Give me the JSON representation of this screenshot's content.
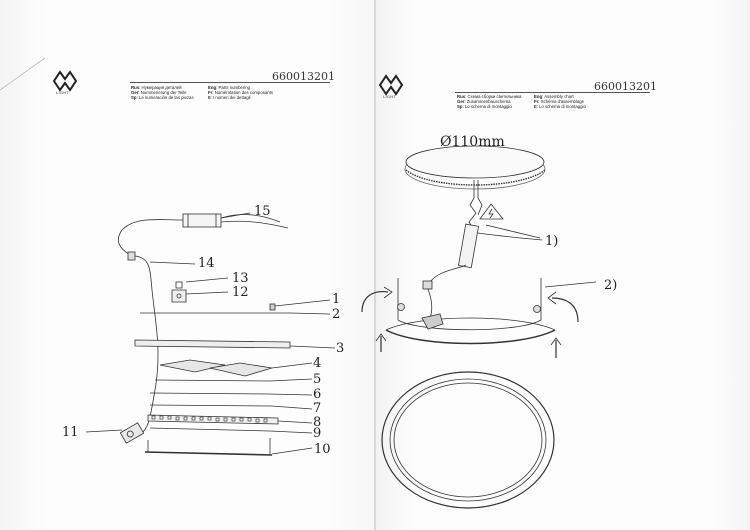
{
  "left_page": {
    "brand_sub": "LIGHT",
    "code": "660013201",
    "legend": [
      {
        "lang": "Rus",
        "text": "Нумерация деталей"
      },
      {
        "lang": "Ger",
        "text": "Nummerierung der Teile"
      },
      {
        "lang": "Sp",
        "text": "La numeración de las piezas"
      },
      {
        "lang": "Eng",
        "text": "Parts numbering"
      },
      {
        "lang": "Fr",
        "text": "Numérotation des composants"
      },
      {
        "lang": "It",
        "text": "I numeri dei dettagli"
      }
    ],
    "parts": [
      "1",
      "2",
      "3",
      "4",
      "5",
      "6",
      "7",
      "8",
      "9",
      "10",
      "11",
      "12",
      "13",
      "14",
      "15"
    ]
  },
  "right_page": {
    "brand_sub": "LIGHT",
    "code": "660013201",
    "legend": [
      {
        "lang": "Rus",
        "text": "Схема сборки светильника"
      },
      {
        "lang": "Ger",
        "text": "Zusammenbauschema"
      },
      {
        "lang": "Sp",
        "text": "Lo schema di montaggio"
      },
      {
        "lang": "Eng",
        "text": "Assembly chart"
      },
      {
        "lang": "Fr",
        "text": "Schéma d'assemblage"
      },
      {
        "lang": "It",
        "text": "Lo schema di montaggio"
      }
    ],
    "diameter": "Ø110mm",
    "steps": [
      "1)",
      "2)"
    ]
  },
  "colors": {
    "ink": "#222222",
    "paper": "#fdfdfd"
  },
  "icons": [
    "brand-logo-icon",
    "electric-hazard-icon",
    "curved-arrow-icon",
    "up-arrow-icon"
  ]
}
